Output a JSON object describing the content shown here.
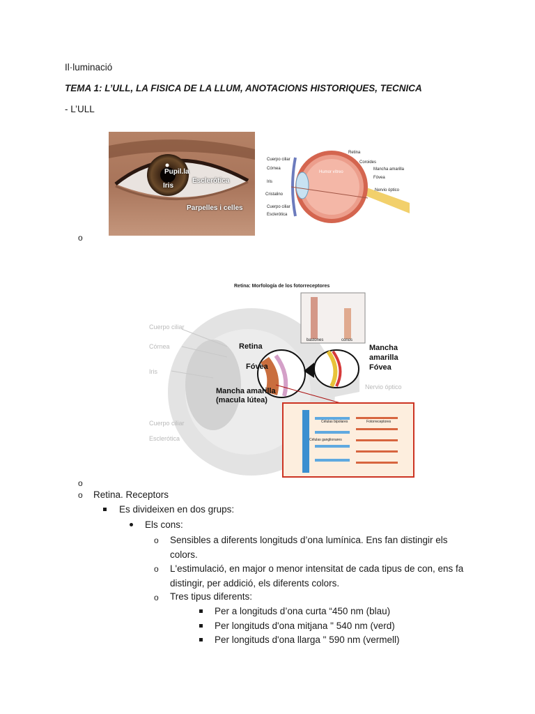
{
  "title": "Il·luminació",
  "heading": "TEMA 1: L’ULL, LA FISICA DE LA LLUM, ANOTACIONS HISTORIQUES, TECNICA",
  "section": "- L’ULL",
  "photo": {
    "labels": {
      "pupil": "Pupil.la",
      "iris": "Iris",
      "sclera": "Esclerótica",
      "eyelids": "Parpelles i celles"
    }
  },
  "anatomy": {
    "left_labels": [
      "Cuerpo ciliar",
      "Córnea",
      "Iris",
      "Cristalino",
      "Cuerpo ciliar",
      "Esclerótica"
    ],
    "center_label": "Humor vítreo",
    "right_labels": [
      "Retina",
      "Coroides",
      "Mancha amarilla",
      "Fóvea",
      "Nervio óptico"
    ]
  },
  "retina_fig": {
    "title": "Retina: Morfología de los fotorreceptores",
    "inset_labels": [
      "bastones",
      "conos"
    ],
    "labels": {
      "retina": "Retina",
      "fovea": "Fóvea",
      "macula1": "Mancha amarilla",
      "macula2": "(macula lútea)",
      "mancha_amarilla_r1": "Mancha",
      "mancha_amarilla_r2": "amarilla",
      "fovea_r": "Fóvea"
    },
    "faint_labels": [
      "Cuerpo ciliar",
      "Córnea",
      "Iris",
      "Cuerpo ciliar",
      "Esclerótica",
      "Nervio óptico"
    ],
    "cells_labels": [
      "Células bipolares",
      "Fotorreceptores",
      "Células ganglionares"
    ]
  },
  "bullets": {
    "empty_o1": "o",
    "empty_o2": "o",
    "retina_line": "Retina. Receptors",
    "groups": "Es divideixen en dos grups:",
    "cons": "Els cons:",
    "cons_items": [
      "Sensibles a diferents longituds d’ona lumínica. Ens fan distingir els colors.",
      "L'estimulació, en major o menor intensitat de cada tipus de con, ens fa distingir, per addició, els diferents colors.",
      "Tres tipus diferents:"
    ],
    "types": [
      "Per a longituds d’ona curta “450 nm (blau)",
      "Per longituds d'ona mitjana \" 540 nm (verd)",
      "Per longituds d'ona llarga \" 590 nm (vermell)"
    ]
  }
}
